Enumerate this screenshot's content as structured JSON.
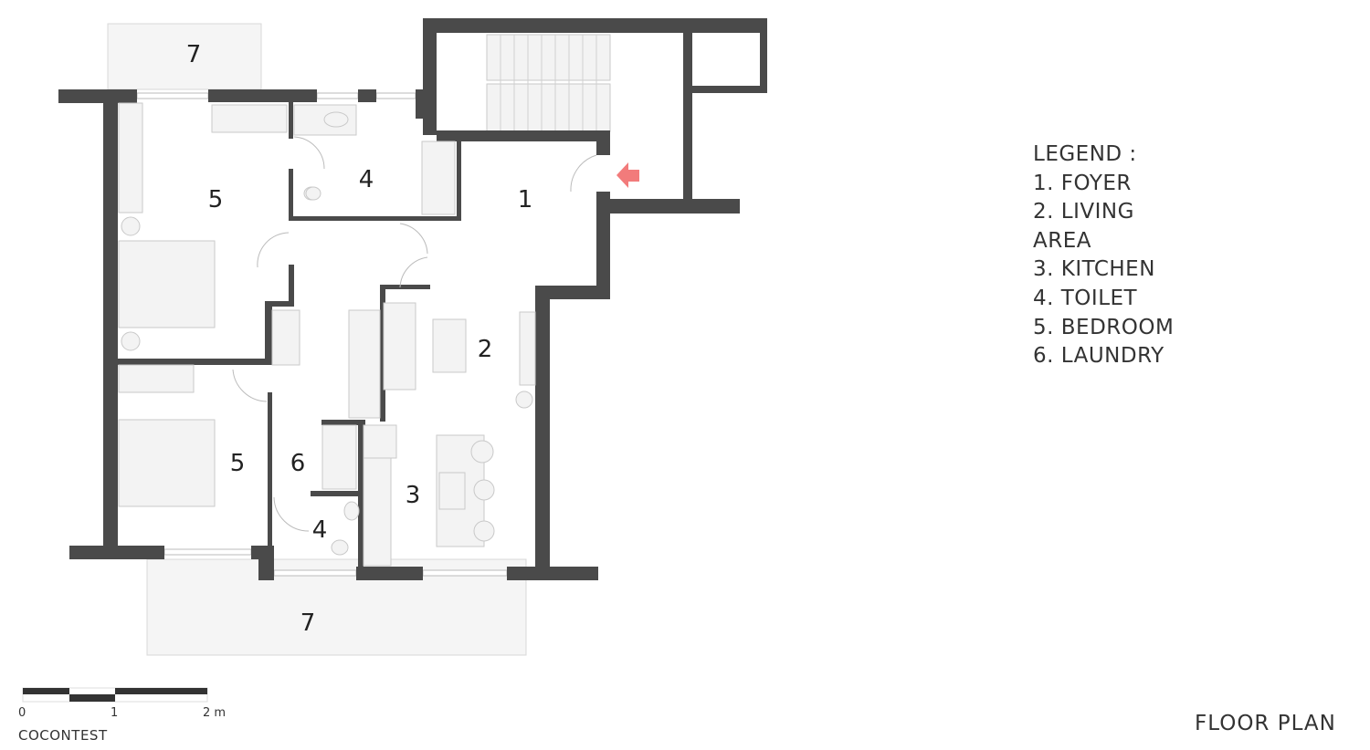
{
  "legend": {
    "heading": "LEGEND :",
    "items": [
      "1. FOYER",
      "2. LIVING",
      "AREA",
      "3. KITCHEN",
      "4. TOILET",
      "5. BEDROOM",
      "6. LAUNDRY"
    ]
  },
  "rooms": {
    "foyer": "1",
    "living": "2",
    "kitchen": "3",
    "toilet_top": "4",
    "toilet_bottom": "4",
    "bedroom_top": "5",
    "bedroom_bottom": "5",
    "laundry": "6",
    "balcony_top": "7",
    "balcony_bottom": "7"
  },
  "scale": {
    "tick0": "0",
    "tick1": "1",
    "tick2": "2 m"
  },
  "credit": "COCONTEST",
  "title": "FLOOR PLAN",
  "colors": {
    "wall": "#4a4a4a",
    "entry_arrow": "#f27b7b",
    "balcony": "#f5f5f5"
  }
}
